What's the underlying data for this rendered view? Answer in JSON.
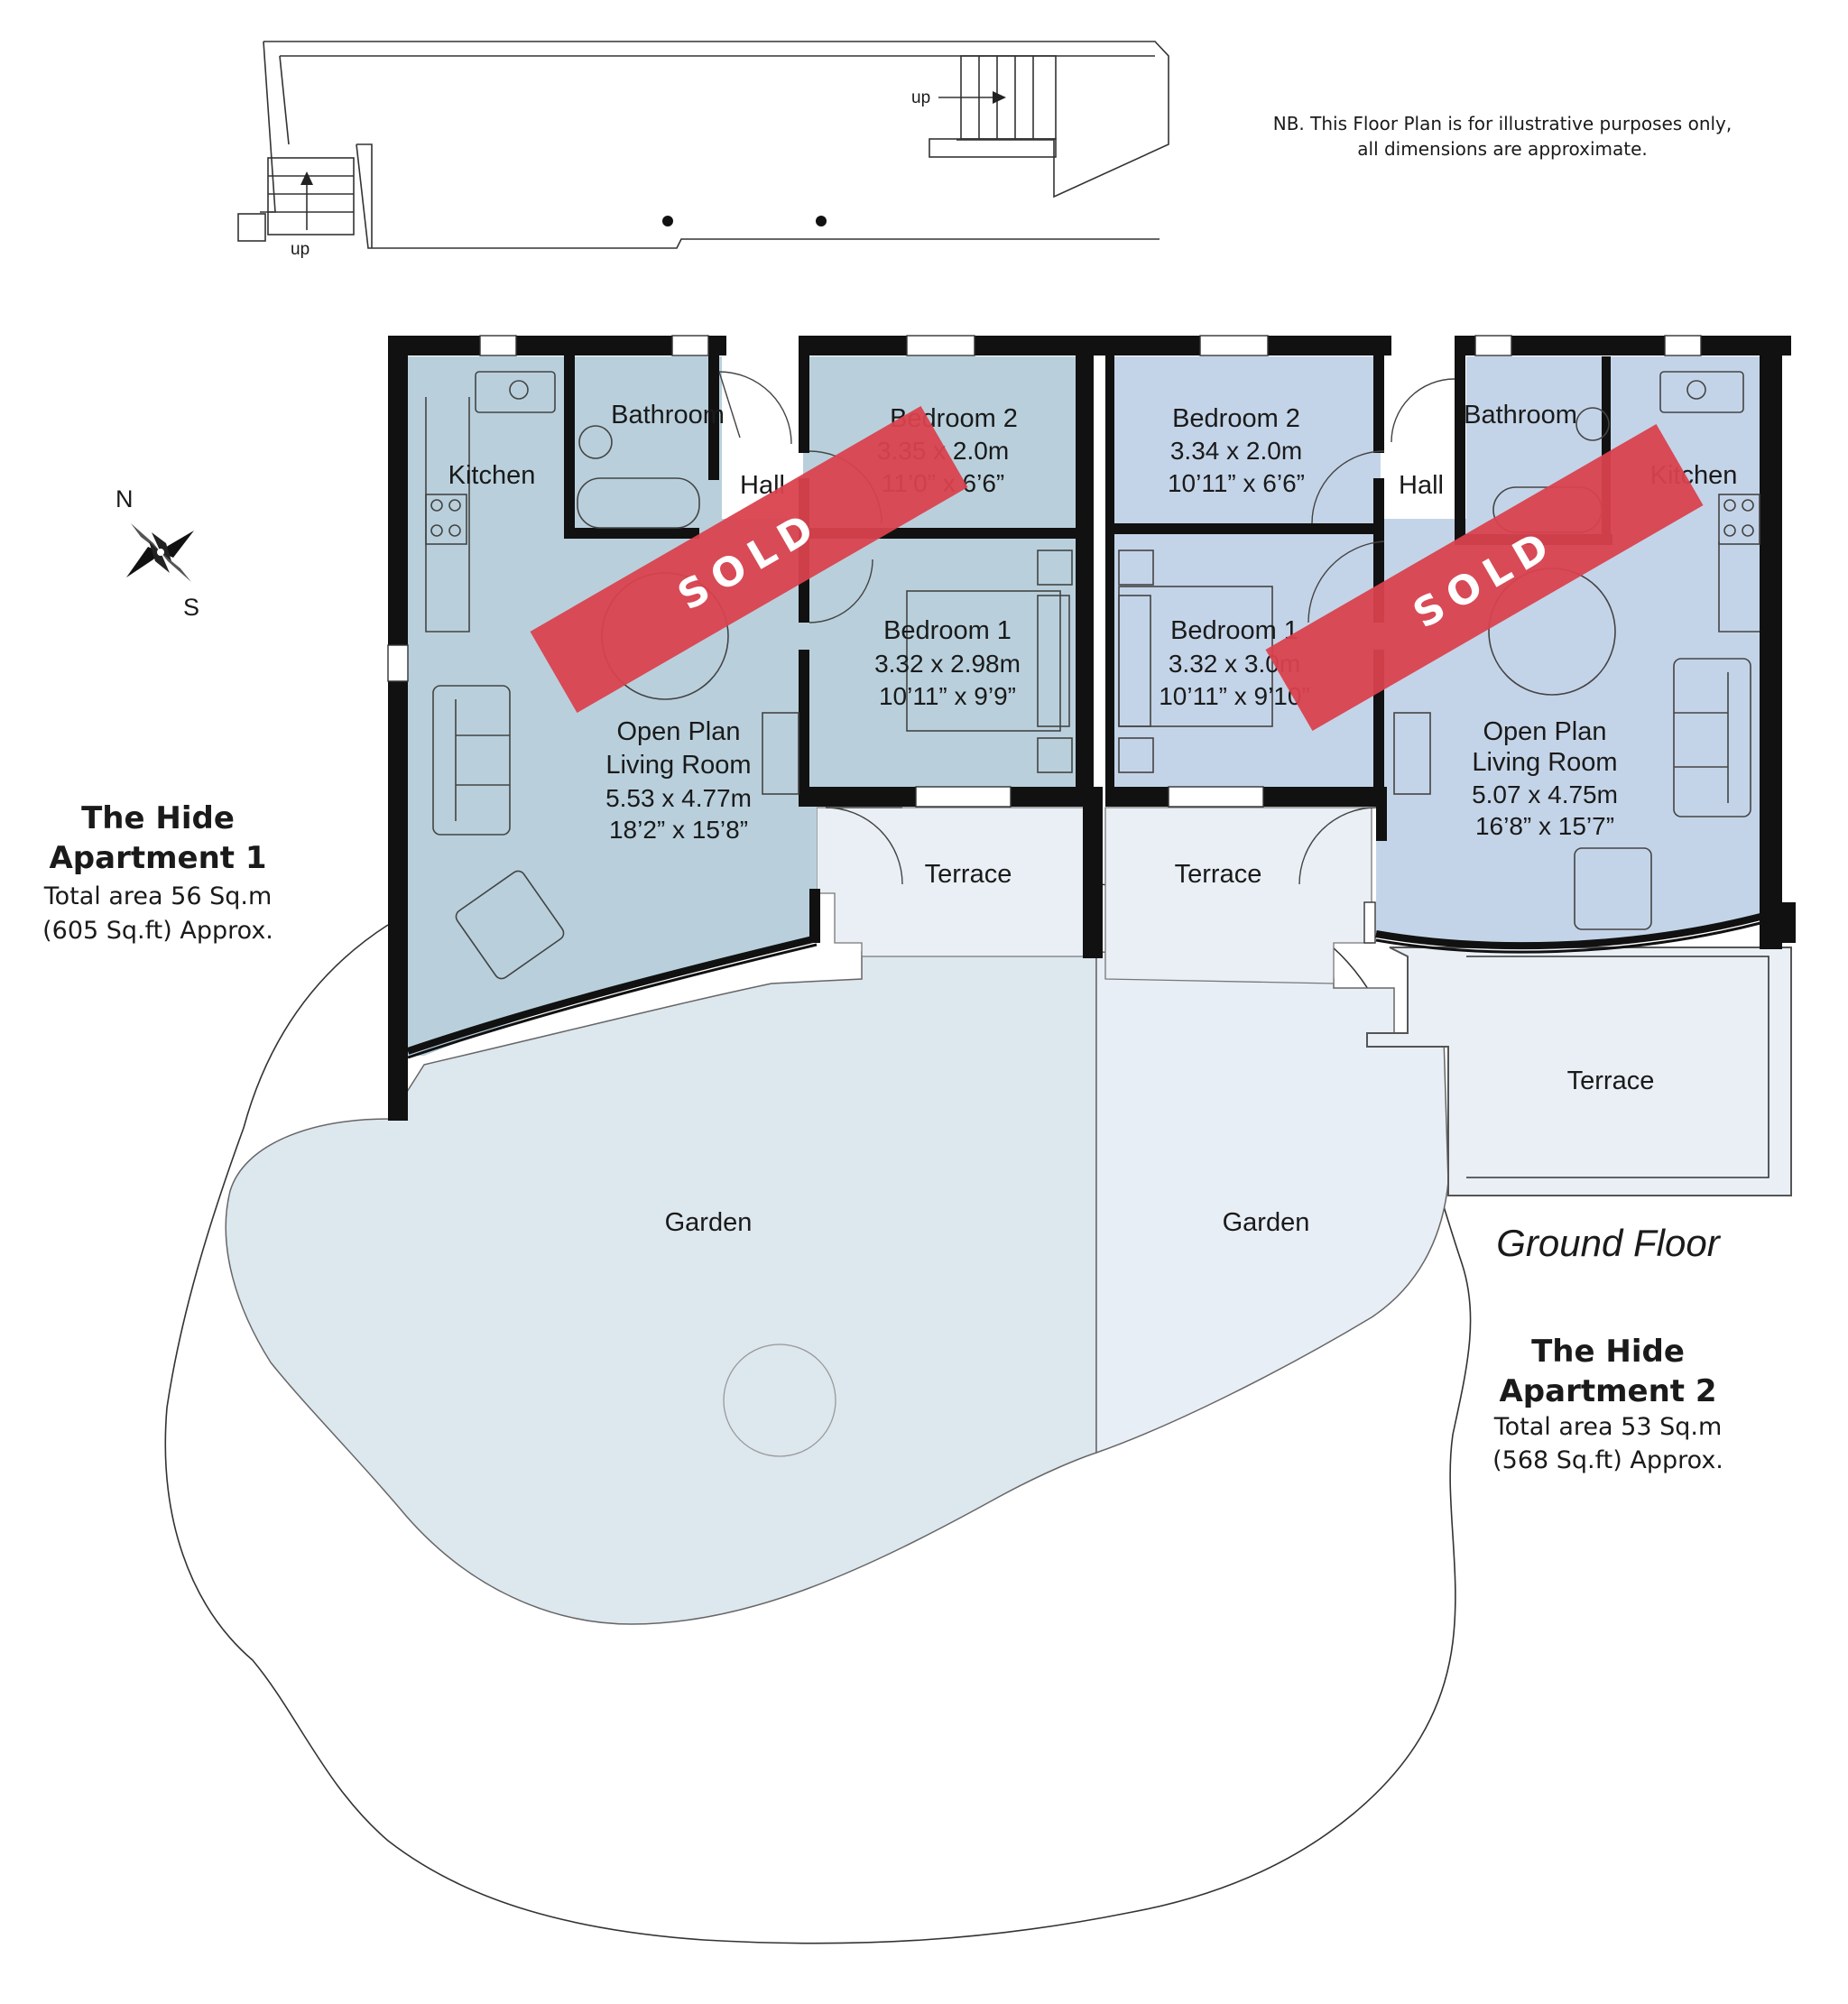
{
  "note": {
    "line1": "NB. This Floor Plan is for illustrative purposes only,",
    "line2": "all dimensions are approximate."
  },
  "stairs": {
    "up_label_top": "up",
    "up_label_left": "up"
  },
  "compass": {
    "north": "N",
    "south": "S"
  },
  "apartment1": {
    "title1": "The Hide",
    "title2": "Apartment 1",
    "area": "Total area 56 Sq.m",
    "area_imperial": "(605 Sq.ft) Approx.",
    "rooms": {
      "bathroom": "Bathroom",
      "kitchen": "Kitchen",
      "hall": "Hall",
      "bedroom2": {
        "name": "Bedroom 2",
        "metric": "3.35 x 2.0m",
        "imperial": "11’0” x 6’6”"
      },
      "bedroom1": {
        "name": "Bedroom 1",
        "metric": "3.32 x 2.98m",
        "imperial": "10’11” x 9’9”"
      },
      "living": {
        "name1": "Open Plan",
        "name2": "Living Room",
        "metric": "5.53 x 4.77m",
        "imperial": "18’2” x 15’8”"
      },
      "terrace": "Terrace",
      "garden": "Garden"
    },
    "sold": "SOLD"
  },
  "apartment2": {
    "title1": "The Hide",
    "title2": "Apartment 2",
    "area": "Total area 53 Sq.m",
    "area_imperial": "(568 Sq.ft) Approx.",
    "rooms": {
      "bathroom": "Bathroom",
      "kitchen": "Kitchen",
      "hall": "Hall",
      "bedroom2": {
        "name": "Bedroom 2",
        "metric": "3.34 x 2.0m",
        "imperial": "10’11” x 6’6”"
      },
      "bedroom1": {
        "name": "Bedroom 1",
        "metric": "3.32 x 3.0m",
        "imperial": "10’11” x 9’10”"
      },
      "living": {
        "name1": "Open Plan",
        "name2": "Living Room",
        "metric": "5.07 x 4.75m",
        "imperial": "16’8” x 15’7”"
      },
      "terrace_front": "Terrace",
      "terrace_side": "Terrace",
      "garden": "Garden"
    },
    "sold": "SOLD"
  },
  "floor_label": "Ground Floor",
  "colors": {
    "apt1_fill": "#b9d0dc",
    "apt2_fill": "#c4d4e8",
    "garden1": "#dde7ee",
    "garden2": "#e8eef6",
    "terrace": "#e9eff5",
    "sold_banner": "#d9424e",
    "wall": "#111111"
  }
}
